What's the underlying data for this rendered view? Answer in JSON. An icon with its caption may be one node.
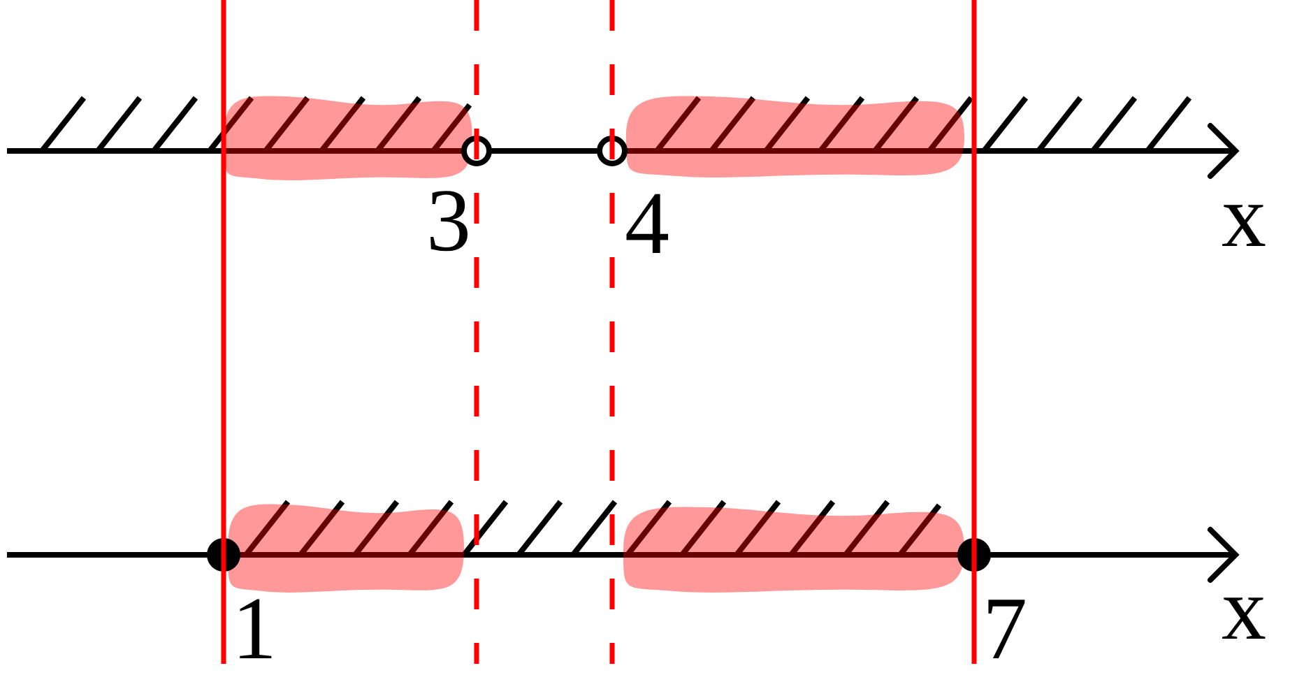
{
  "diagram": {
    "labels": [
      "3",
      "4",
      "x",
      "1",
      "7",
      "x"
    ]
  }
}
